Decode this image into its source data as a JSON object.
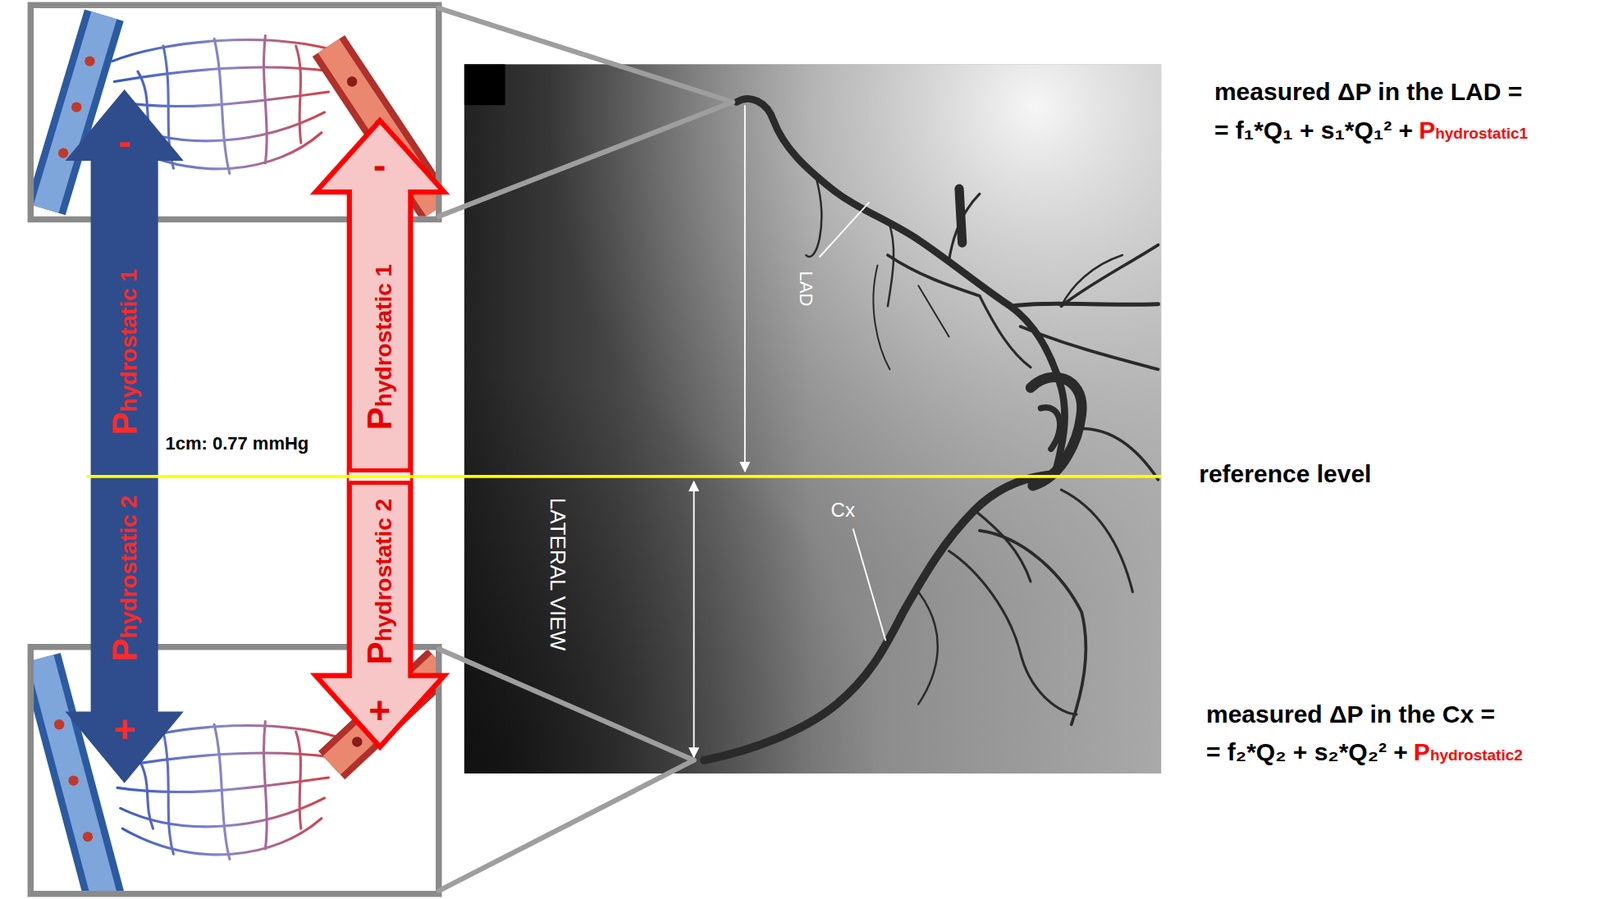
{
  "diagram": {
    "nodes": [
      {
        "text": [
          "-",
          "Phydrostatic 1",
          "Phydrostatic 2",
          "+"
        ]
      },
      {
        "text": [
          "-",
          "Phydrostatic 1",
          "Phydrostatic 2",
          "+"
        ]
      }
    ],
    "labels": [
      "measured ΔP in the LAD =",
      "= f₁*Q₁ + s₁*Q₁² +",
      "Phydrostatic1",
      "1cm: 0.77 mmHg",
      "LAD",
      "reference level",
      "LATERAL VIEW",
      "Cx",
      "measured ΔP in the Cx =",
      "= f₂*Q₂ + s₂*Q₂² +",
      "Phydrostatic2"
    ]
  }
}
